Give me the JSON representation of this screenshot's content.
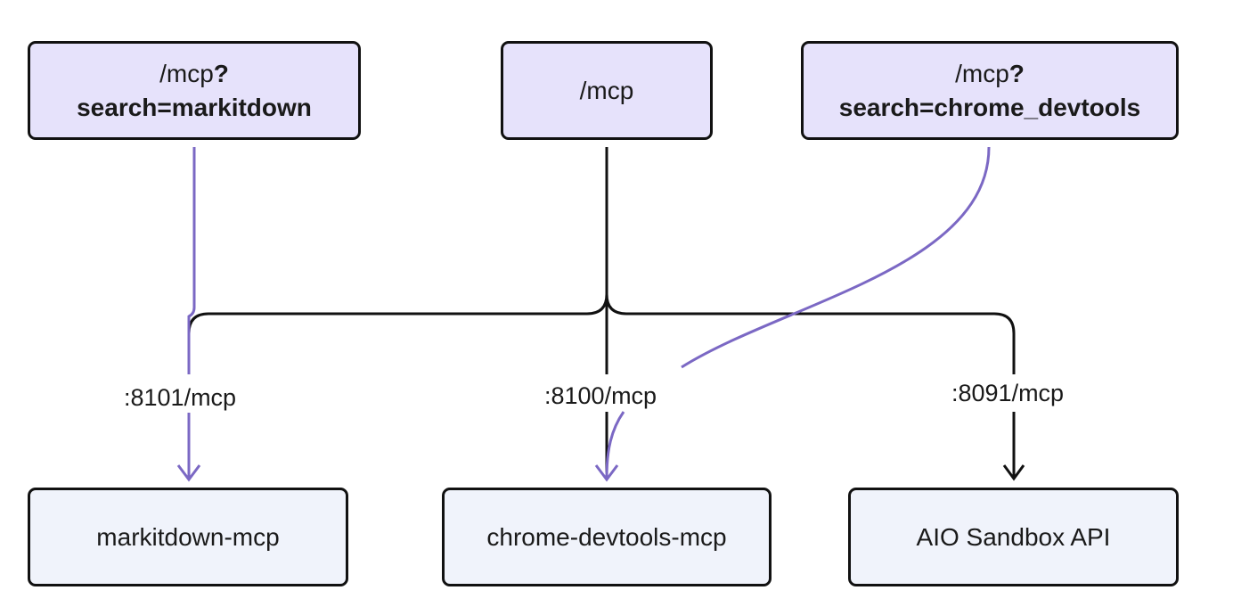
{
  "nodes": {
    "route_markitdown": {
      "line1": "/mcp",
      "line1_bold": "?",
      "line2": "search=markitdown"
    },
    "route_default": {
      "label": "/mcp"
    },
    "route_chrome": {
      "line1": "/mcp",
      "line1_bold": "?",
      "line2": "search=chrome_devtools"
    },
    "markitdown_mcp": {
      "label": "markitdown-mcp"
    },
    "chrome_devtools_mcp": {
      "label": "chrome-devtools-mcp"
    },
    "aio_sandbox_api": {
      "label": "AIO Sandbox API"
    }
  },
  "edges": {
    "to_markitdown": {
      "label": ":8101/mcp"
    },
    "to_chrome": {
      "label": ":8100/mcp"
    },
    "to_sandbox": {
      "label": ":8091/mcp"
    }
  },
  "colors": {
    "source_fill": "#e6e2fb",
    "target_fill": "#f0f3fb",
    "border": "#111111",
    "highlight_edge": "#7b68c4",
    "default_edge": "#111111"
  }
}
